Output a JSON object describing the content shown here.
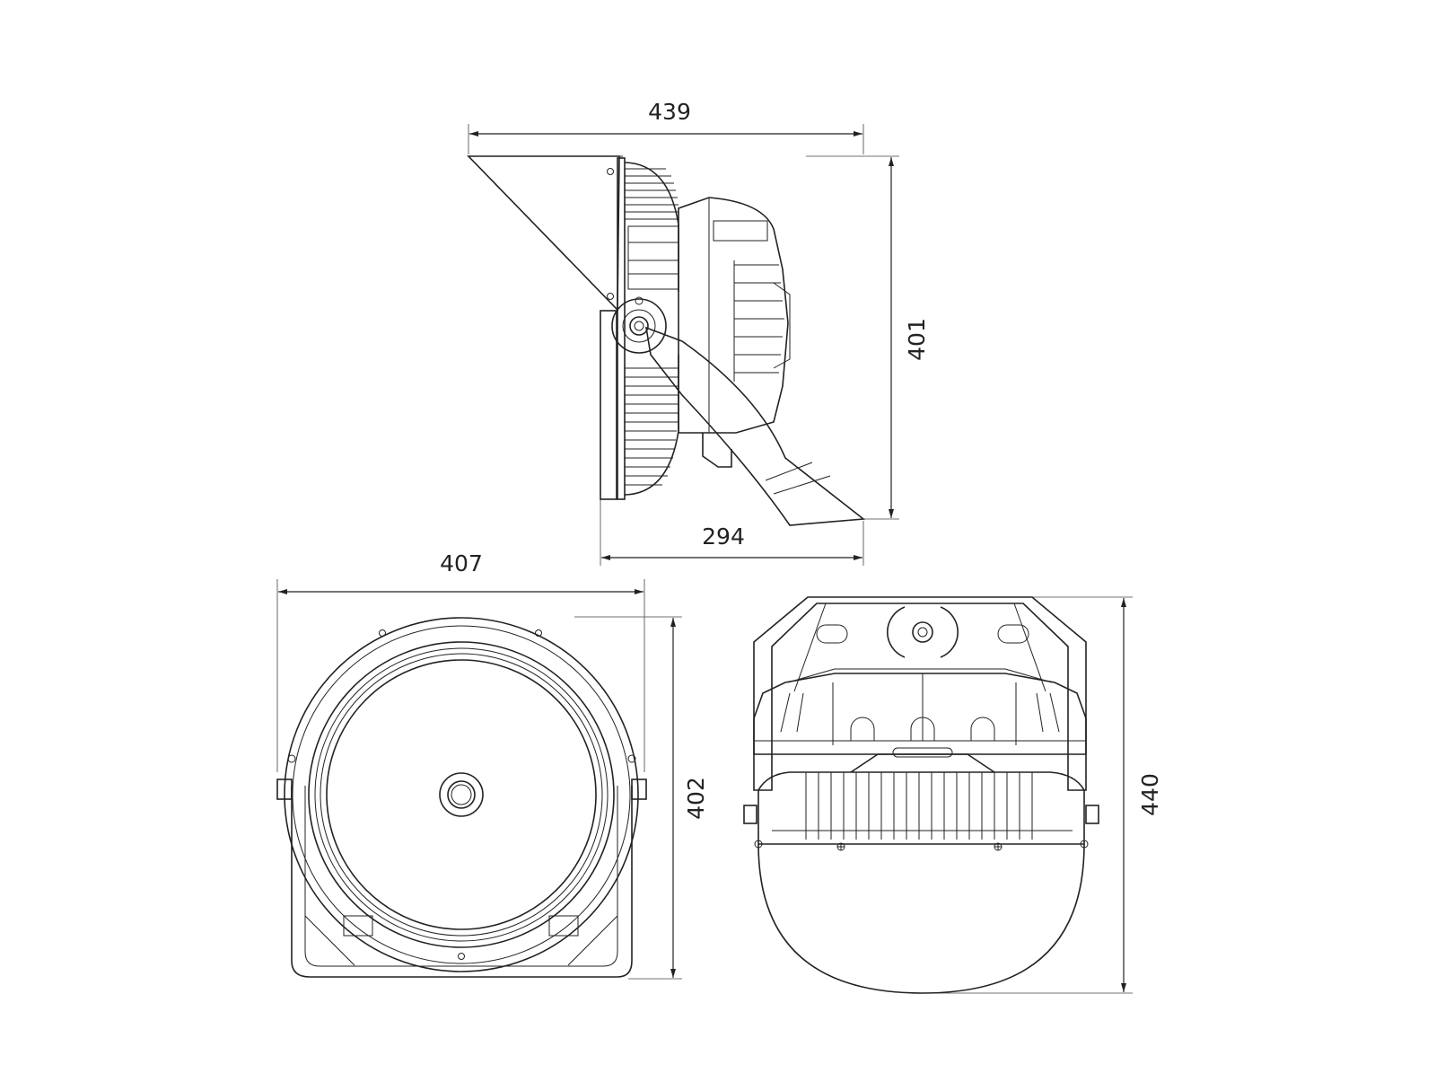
{
  "dimensions": {
    "side_width": "439",
    "side_height": "401",
    "side_depth": "294",
    "front_width": "407",
    "front_height": "402",
    "rear_height": "440"
  },
  "colors": {
    "line": "#222222",
    "background": "#ffffff"
  }
}
